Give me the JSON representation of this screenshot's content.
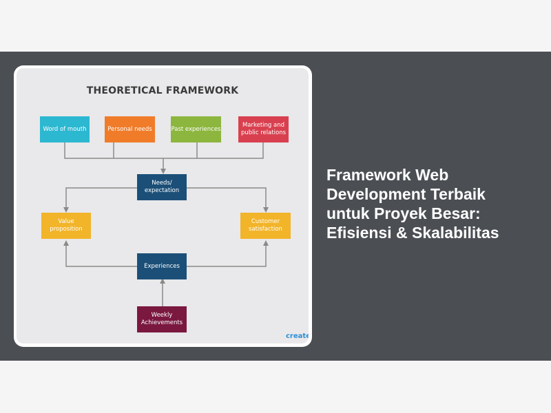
{
  "article": {
    "heading_lines": [
      "Framework Web",
      "Development Terbaik",
      "untuk Proyek Besar:",
      "Efisiensi & Skalabilitas"
    ]
  },
  "diagram": {
    "title": "THEORETICAL FRAMEWORK",
    "nodes": {
      "word_of_mouth": {
        "lines": [
          "Word of mouth"
        ],
        "color": "#2cb8d1"
      },
      "personal_needs": {
        "lines": [
          "Personal needs"
        ],
        "color": "#f07c2a"
      },
      "past_experiences": {
        "lines": [
          "Past experiences"
        ],
        "color": "#8cb63e"
      },
      "marketing": {
        "lines": [
          "Marketing and",
          "public relations"
        ],
        "color": "#d9404f"
      },
      "needs_expectation": {
        "lines": [
          "Needs/",
          "expectation"
        ],
        "color": "#1b4f78"
      },
      "value_proposition": {
        "lines": [
          "Value",
          "proposition"
        ],
        "color": "#f2b428"
      },
      "customer_satisfaction": {
        "lines": [
          "Customer",
          "satisfaction"
        ],
        "color": "#f2b428"
      },
      "experiences": {
        "lines": [
          "Experiences"
        ],
        "color": "#1b4f78"
      },
      "weekly_achievements": {
        "lines": [
          "Weekly",
          "Achievements"
        ],
        "color": "#7a1840"
      }
    },
    "brand": "creately"
  },
  "colors": {
    "band": "#4b4f54",
    "page_background": "#f5f5f6",
    "diagram_background": "#e9e8ea",
    "connector": "#8a8a8a"
  }
}
